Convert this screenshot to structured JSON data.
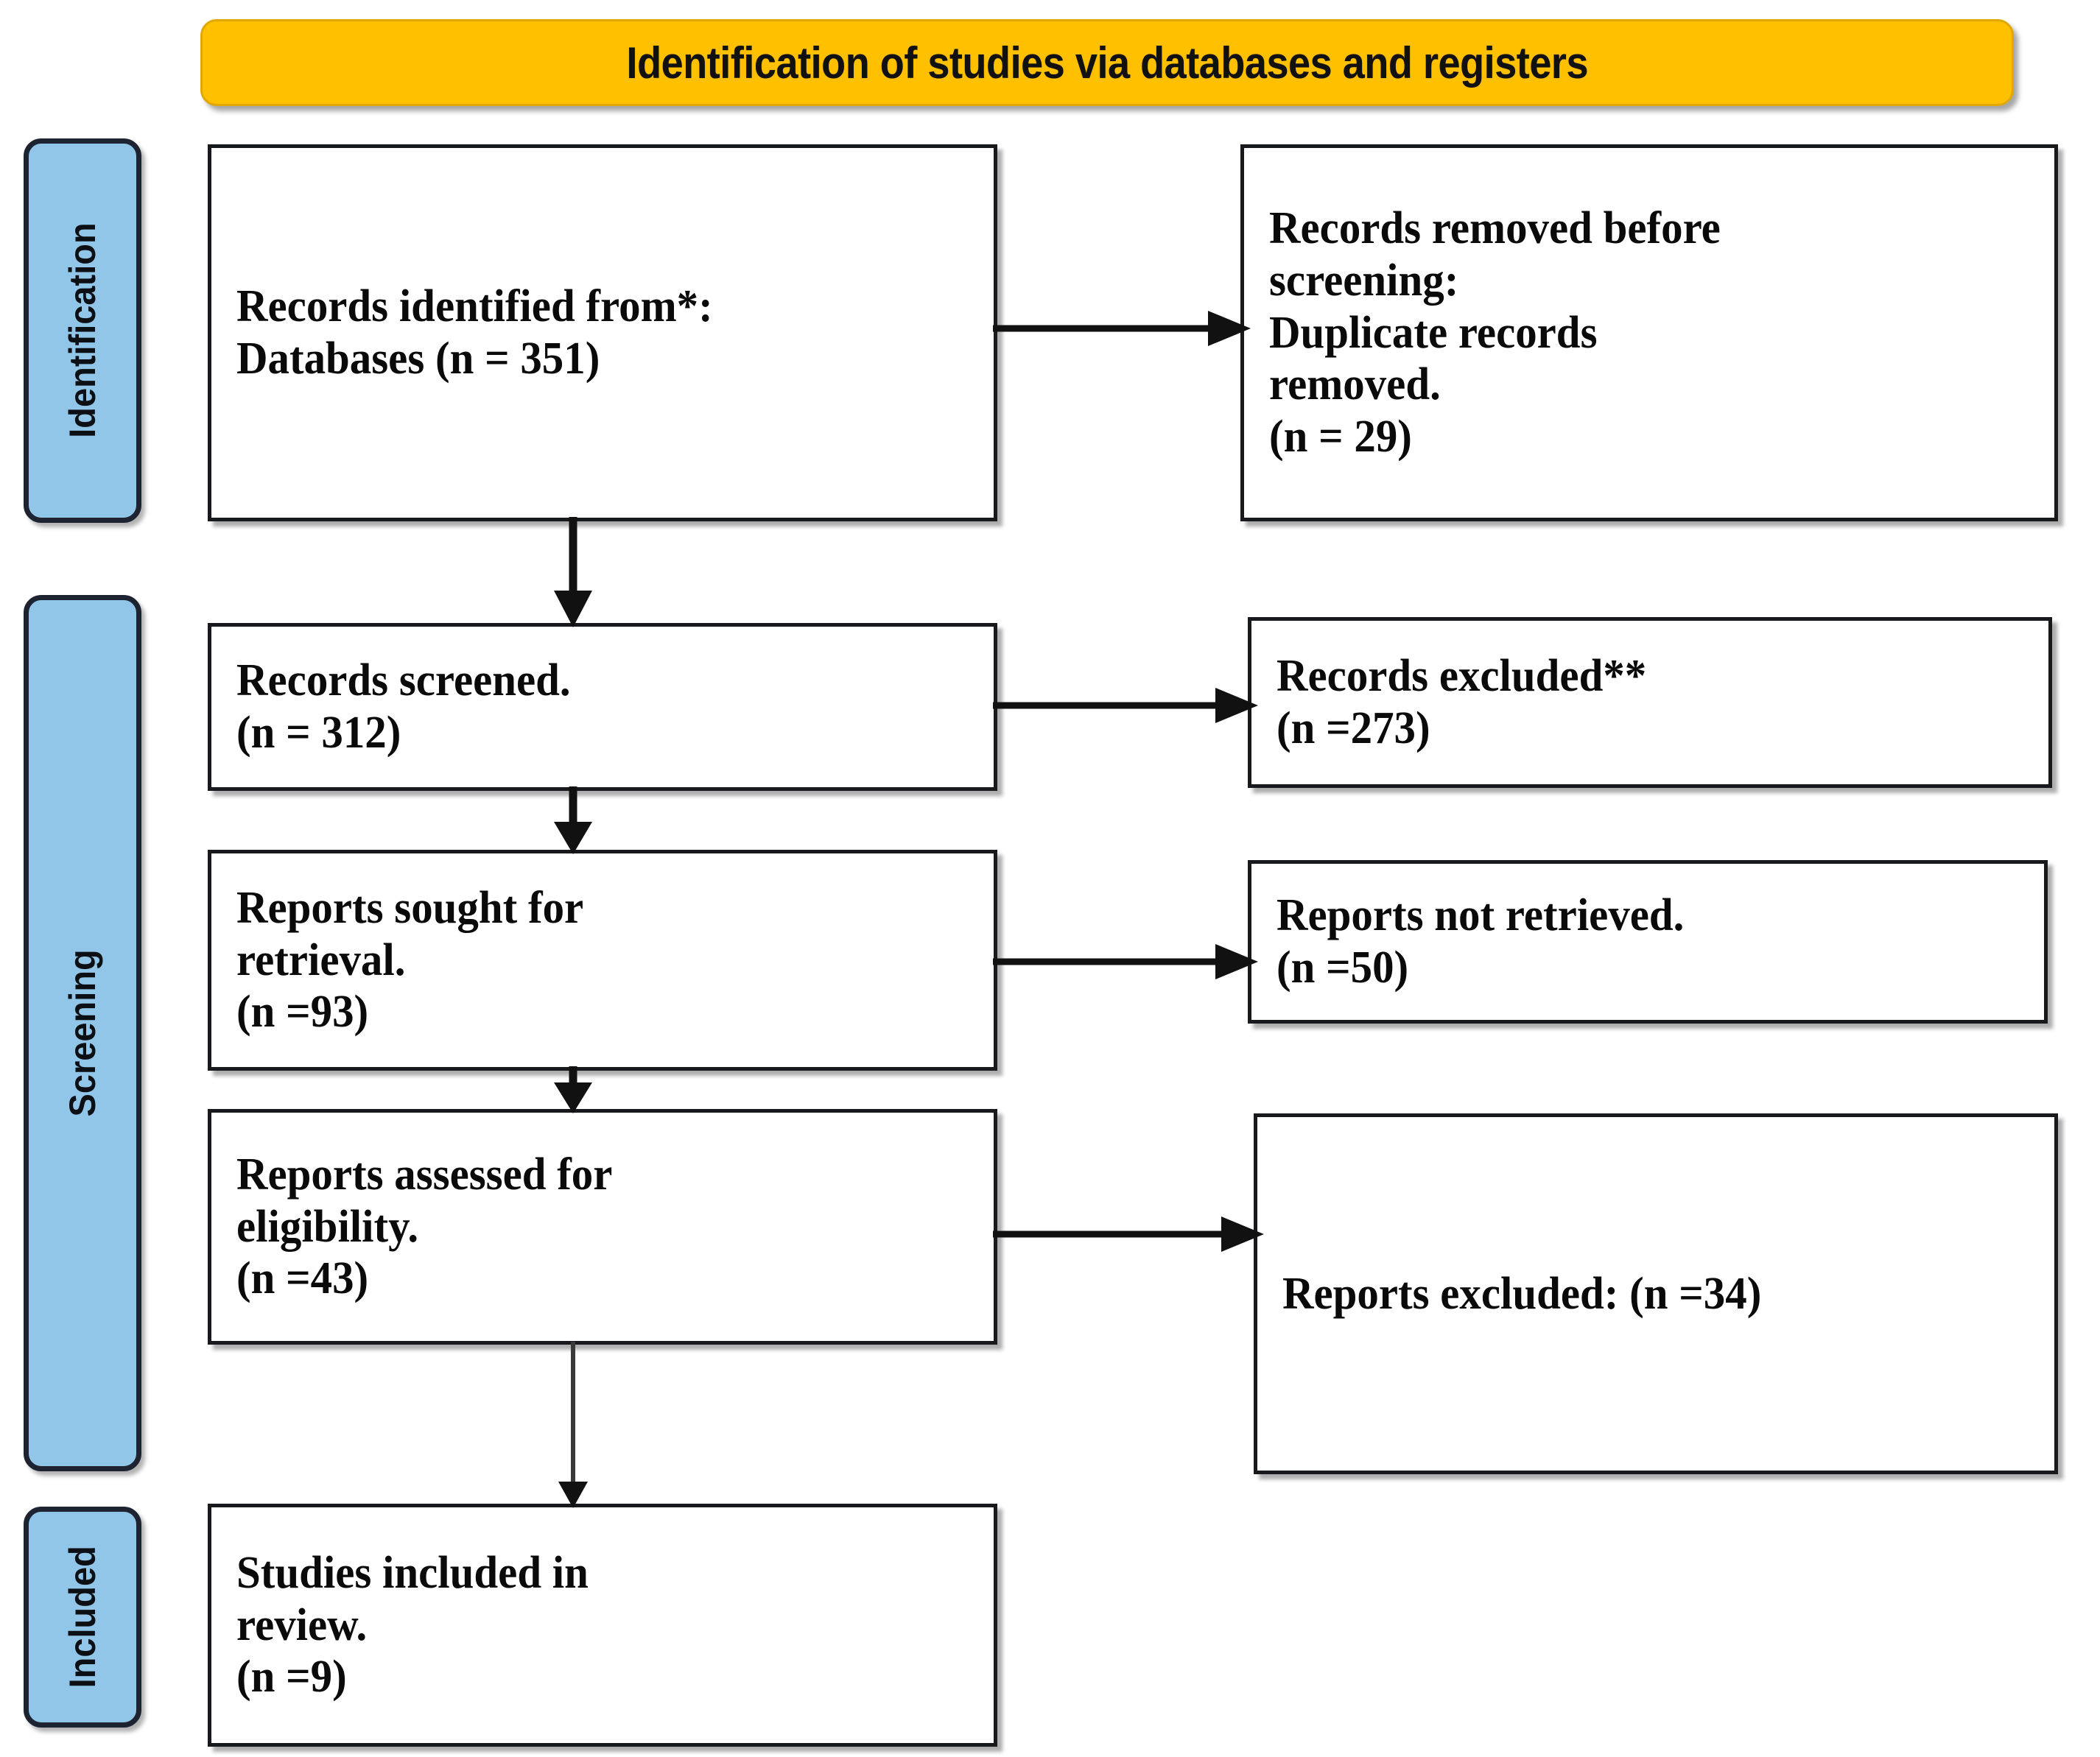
{
  "banner": {
    "title": "Identification of studies via databases and registers",
    "color": "#FFC000"
  },
  "phases": {
    "color": "#92C6E8",
    "identification": "Identification",
    "screening": "Screening",
    "included": "Included"
  },
  "boxes": {
    "identified": {
      "line1": "Records identified from*:",
      "line2": "Databases (n = 351)"
    },
    "removed": {
      "line1": "Records removed before",
      "line2": "screening:",
      "line3": "Duplicate records",
      "line4": "removed.",
      "line5": "(n = 29)"
    },
    "screened": {
      "line1": "Records screened.",
      "line2": "(n = 312)"
    },
    "excluded_records": {
      "line1": "Records excluded**",
      "line2": "(n =273)"
    },
    "sought": {
      "line1": "Reports sought for",
      "line2": "retrieval.",
      "line3": "(n =93)"
    },
    "not_retrieved": {
      "line1": "Reports not retrieved.",
      "line2": "(n =50)"
    },
    "assessed": {
      "line1": "Reports assessed for",
      "line2": "eligibility.",
      "line3": "(n =43)"
    },
    "excluded_reports": {
      "line1": "Reports excluded: (n =34)"
    },
    "included": {
      "line1": "Studies included in",
      "line2": "review.",
      "line3": "(n =9)"
    }
  },
  "chart_data": {
    "type": "diagram",
    "title": "Identification of studies via databases and registers",
    "nodes": [
      {
        "id": "identified",
        "phase": "Identification",
        "label": "Records identified from*: Databases",
        "n": 351
      },
      {
        "id": "removed",
        "phase": "Identification",
        "label": "Records removed before screening: Duplicate records removed.",
        "n": 29
      },
      {
        "id": "screened",
        "phase": "Screening",
        "label": "Records screened.",
        "n": 312
      },
      {
        "id": "excluded_records",
        "phase": "Screening",
        "label": "Records excluded**",
        "n": 273
      },
      {
        "id": "sought",
        "phase": "Screening",
        "label": "Reports sought for retrieval.",
        "n": 93
      },
      {
        "id": "not_retrieved",
        "phase": "Screening",
        "label": "Reports not retrieved.",
        "n": 50
      },
      {
        "id": "assessed",
        "phase": "Screening",
        "label": "Reports assessed for eligibility.",
        "n": 43
      },
      {
        "id": "excluded_reports",
        "phase": "Screening",
        "label": "Reports excluded:",
        "n": 34
      },
      {
        "id": "included",
        "phase": "Included",
        "label": "Studies included in review.",
        "n": 9
      }
    ],
    "edges": [
      {
        "from": "identified",
        "to": "removed",
        "direction": "right"
      },
      {
        "from": "identified",
        "to": "screened",
        "direction": "down"
      },
      {
        "from": "screened",
        "to": "excluded_records",
        "direction": "right"
      },
      {
        "from": "screened",
        "to": "sought",
        "direction": "down"
      },
      {
        "from": "sought",
        "to": "not_retrieved",
        "direction": "right"
      },
      {
        "from": "sought",
        "to": "assessed",
        "direction": "down"
      },
      {
        "from": "assessed",
        "to": "excluded_reports",
        "direction": "right"
      },
      {
        "from": "assessed",
        "to": "included",
        "direction": "down"
      }
    ]
  }
}
